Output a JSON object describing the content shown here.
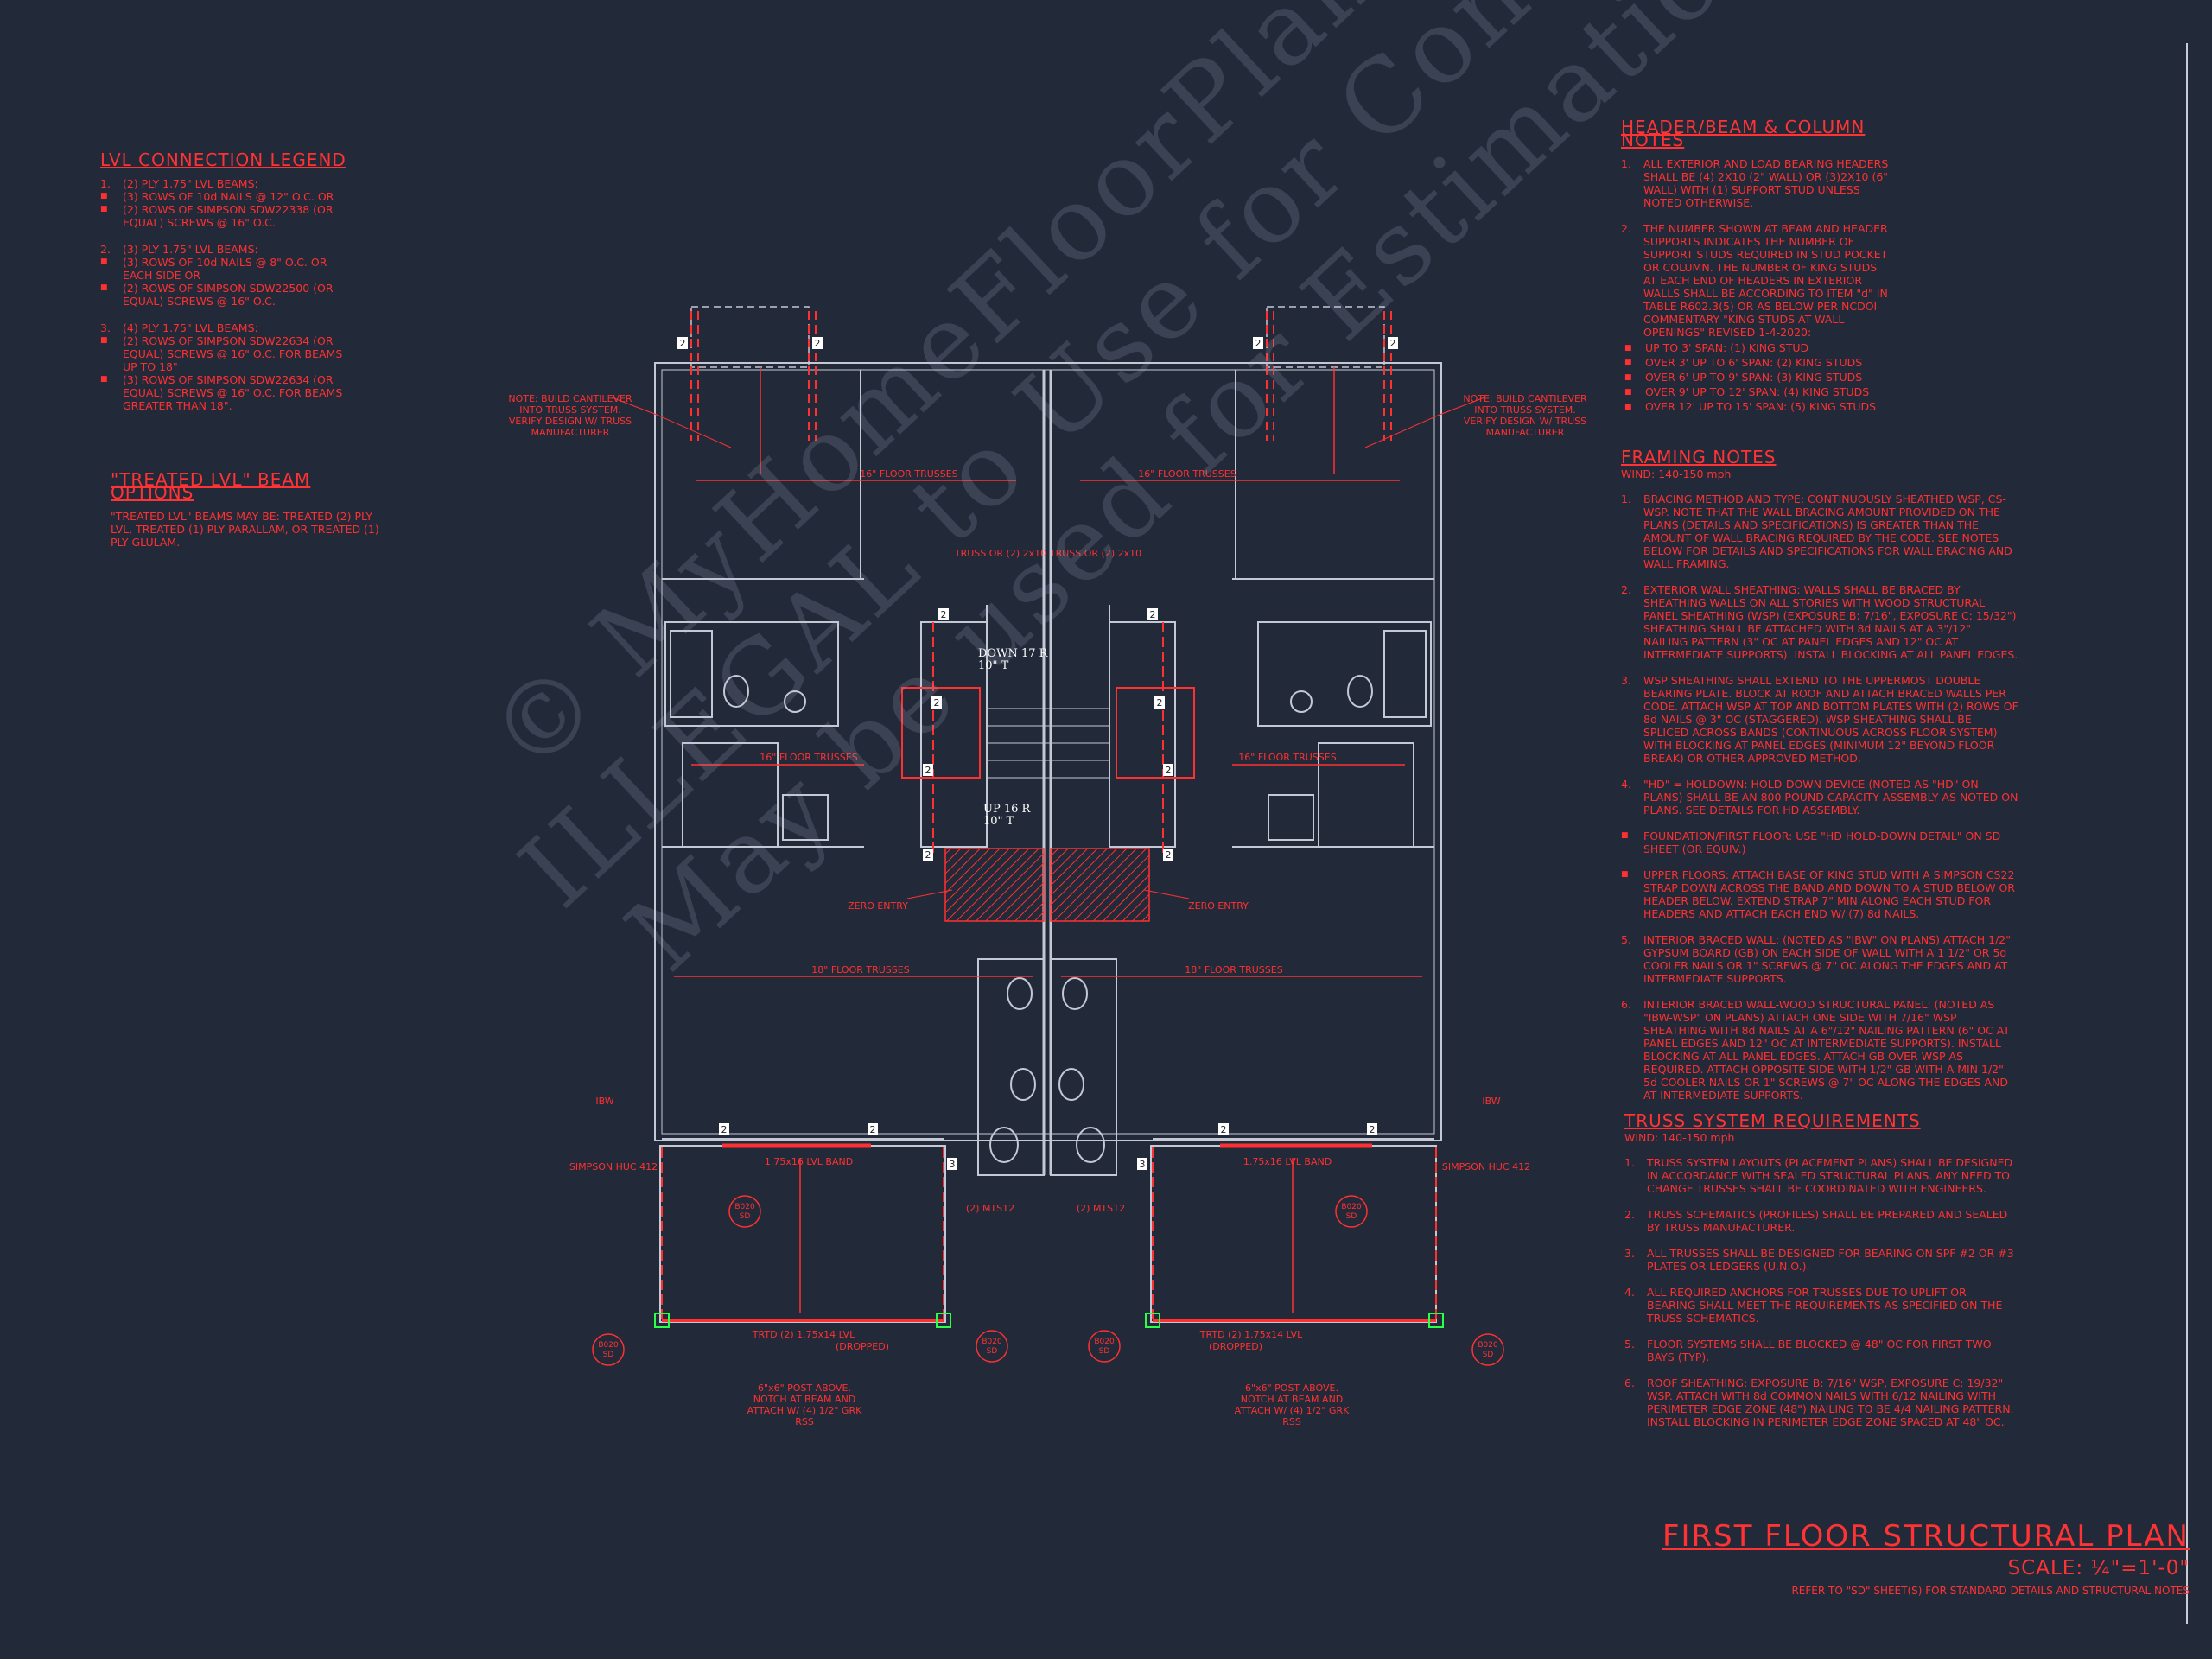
{
  "legend": {
    "title": "LVL CONNECTION LEGEND",
    "groups": [
      {
        "n": "1.",
        "head": "(2) PLY 1.75\" LVL BEAMS:",
        "lines": [
          "(3) ROWS OF 10d NAILS @ 12\" O.C. OR",
          "(2) ROWS OF SIMPSON SDW22338 (OR EQUAL) SCREWS @ 16\" O.C."
        ]
      },
      {
        "n": "2.",
        "head": "(3) PLY 1.75\" LVL BEAMS:",
        "lines": [
          "(3) ROWS OF 10d NAILS @ 8\" O.C. OR EACH SIDE OR",
          "(2) ROWS OF SIMPSON SDW22500 (OR EQUAL) SCREWS @ 16\" O.C."
        ]
      },
      {
        "n": "3.",
        "head": "(4) PLY 1.75\" LVL BEAMS:",
        "lines": [
          "(2) ROWS OF SIMPSON SDW22634 (OR EQUAL) SCREWS @ 16\" O.C. FOR BEAMS UP TO 18\"",
          "(3) ROWS OF SIMPSON SDW22634 (OR EQUAL) SCREWS @ 16\" O.C. FOR BEAMS GREATER THAN 18\"."
        ]
      }
    ]
  },
  "treated": {
    "title": "\"TREATED LVL\" BEAM OPTIONS",
    "text": "\"TREATED LVL\" BEAMS MAY BE: TREATED (2) PLY LVL, TREATED (1) PLY PARALLAM, OR TREATED (1) PLY GLULAM."
  },
  "header_notes": {
    "title": "HEADER/BEAM & COLUMN NOTES",
    "items": [
      {
        "n": "1.",
        "text": "ALL EXTERIOR AND LOAD BEARING HEADERS SHALL BE (4) 2X10 (2\" WALL) OR (3)2X10 (6\" WALL) WITH (1) SUPPORT STUD UNLESS NOTED OTHERWISE."
      },
      {
        "n": "2.",
        "text": "THE NUMBER SHOWN AT BEAM AND HEADER SUPPORTS INDICATES THE NUMBER OF SUPPORT STUDS REQUIRED IN STUD POCKET OR COLUMN. THE NUMBER OF KING STUDS AT EACH END OF HEADERS IN EXTERIOR WALLS SHALL BE ACCORDING TO ITEM \"d\" IN TABLE R602.3(5) OR AS BELOW PER NCDOI COMMENTARY \"KING STUDS AT WALL OPENINGS\" REVISED 1-4-2020:"
      }
    ],
    "spans": [
      "UP TO 3' SPAN: (1) KING STUD",
      "OVER 3' UP TO 6' SPAN: (2) KING STUDS",
      "OVER 6' UP TO 9' SPAN: (3) KING STUDS",
      "OVER 9' UP TO 12' SPAN: (4) KING STUDS",
      "OVER 12' UP TO 15' SPAN: (5) KING STUDS"
    ]
  },
  "framing_notes": {
    "title": "FRAMING NOTES",
    "sub": "WIND: 140-150 mph",
    "items": [
      {
        "n": "1.",
        "text": "BRACING METHOD AND TYPE: CONTINUOUSLY SHEATHED WSP, CS-WSP. NOTE THAT THE WALL BRACING AMOUNT PROVIDED ON THE PLANS (DETAILS AND SPECIFICATIONS) IS GREATER THAN THE AMOUNT OF WALL BRACING REQUIRED BY THE CODE. SEE NOTES BELOW FOR DETAILS AND SPECIFICATIONS FOR WALL BRACING AND WALL FRAMING."
      },
      {
        "n": "2.",
        "text": "EXTERIOR WALL SHEATHING: WALLS SHALL BE BRACED BY SHEATHING WALLS ON ALL STORIES WITH WOOD STRUCTURAL PANEL SHEATHING (WSP) (EXPOSURE B: 7/16\", EXPOSURE C: 15/32\") SHEATHING SHALL BE ATTACHED WITH 8d NAILS AT A 3\"/12\" NAILING PATTERN (3\" OC AT PANEL EDGES AND 12\" OC AT INTERMEDIATE SUPPORTS). INSTALL BLOCKING AT ALL PANEL EDGES."
      },
      {
        "n": "3.",
        "text": "WSP SHEATHING SHALL EXTEND TO THE UPPERMOST DOUBLE BEARING PLATE. BLOCK AT ROOF AND ATTACH BRACED WALLS PER CODE. ATTACH WSP AT TOP AND BOTTOM PLATES WITH (2) ROWS OF 8d NAILS @ 3\" OC (STAGGERED). WSP SHEATHING SHALL BE SPLICED ACROSS BANDS (CONTINUOUS ACROSS FLOOR SYSTEM) WITH BLOCKING AT PANEL EDGES (MINIMUM 12\" BEYOND FLOOR BREAK) OR OTHER APPROVED METHOD."
      },
      {
        "n": "4.",
        "text": "\"HD\" = HOLDOWN: HOLD-DOWN DEVICE (NOTED AS \"HD\" ON PLANS) SHALL BE AN 800 POUND CAPACITY ASSEMBLY AS NOTED ON PLANS. SEE DETAILS FOR HD ASSEMBLY."
      },
      {
        "n": "■",
        "text": "FOUNDATION/FIRST FLOOR: USE \"HD HOLD-DOWN DETAIL\" ON SD SHEET (OR EQUIV.)"
      },
      {
        "n": "■",
        "text": "UPPER FLOORS: ATTACH BASE OF KING STUD WITH A SIMPSON CS22 STRAP DOWN ACROSS THE BAND AND DOWN TO A STUD BELOW OR HEADER BELOW. EXTEND STRAP 7\" MIN ALONG EACH STUD FOR HEADERS AND ATTACH EACH END W/ (7) 8d NAILS."
      },
      {
        "n": "5.",
        "text": "INTERIOR BRACED WALL: (NOTED AS \"IBW\" ON PLANS) ATTACH 1/2\" GYPSUM BOARD (GB) ON EACH SIDE OF WALL WITH A 1 1/2\" OR 5d COOLER NAILS OR 1\" SCREWS @ 7\" OC ALONG THE EDGES AND AT INTERMEDIATE SUPPORTS."
      },
      {
        "n": "6.",
        "text": "INTERIOR BRACED WALL-WOOD STRUCTURAL PANEL: (NOTED AS \"IBW-WSP\" ON PLANS) ATTACH ONE SIDE WITH 7/16\" WSP SHEATHING WITH 8d NAILS AT A 6\"/12\" NAILING PATTERN (6\" OC AT PANEL EDGES AND 12\" OC AT INTERMEDIATE SUPPORTS). INSTALL BLOCKING AT ALL PANEL EDGES. ATTACH GB OVER WSP AS REQUIRED. ATTACH OPPOSITE SIDE WITH 1/2\" GB WITH A MIN 1/2\" 5d COOLER NAILS OR 1\" SCREWS @ 7\" OC ALONG THE EDGES AND AT INTERMEDIATE SUPPORTS."
      }
    ]
  },
  "truss_notes": {
    "title": "TRUSS SYSTEM REQUIREMENTS",
    "sub": "WIND: 140-150 mph",
    "items": [
      {
        "n": "1.",
        "text": "TRUSS SYSTEM LAYOUTS (PLACEMENT PLANS) SHALL BE DESIGNED IN ACCORDANCE WITH SEALED STRUCTURAL PLANS. ANY NEED TO CHANGE TRUSSES SHALL BE COORDINATED WITH ENGINEERS."
      },
      {
        "n": "2.",
        "text": "TRUSS SCHEMATICS (PROFILES) SHALL BE PREPARED AND SEALED BY TRUSS MANUFACTURER."
      },
      {
        "n": "3.",
        "text": "ALL TRUSSES SHALL BE DESIGNED FOR BEARING ON SPF #2 OR #3 PLATES OR LEDGERS (U.N.O.)."
      },
      {
        "n": "4.",
        "text": "ALL REQUIRED ANCHORS FOR TRUSSES DUE TO UPLIFT OR BEARING SHALL MEET THE REQUIREMENTS AS SPECIFIED ON THE TRUSS SCHEMATICS."
      },
      {
        "n": "5.",
        "text": "FLOOR SYSTEMS SHALL BE BLOCKED @ 48\" OC FOR FIRST TWO BAYS (TYP)."
      },
      {
        "n": "6.",
        "text": "ROOF SHEATHING: EXPOSURE B: 7/16\" WSP, EXPOSURE C: 19/32\" WSP. ATTACH WITH 8d COMMON NAILS WITH 6/12 NAILING WITH PERIMETER EDGE ZONE (48\") NAILING TO BE 4/4 NAILING PATTERN. INSTALL BLOCKING IN PERIMETER EDGE ZONE SPACED AT 48\" OC."
      }
    ]
  },
  "title_block": {
    "title": "FIRST FLOOR STRUCTURAL PLAN",
    "scale": "SCALE: ¼\"=1'-0\"",
    "ref": "REFER TO \"SD\" SHEET(S) FOR STANDARD DETAILS AND STRUCTURAL NOTES"
  },
  "plan_labels": {
    "floor_trusses_16": "16\" FLOOR TRUSSES",
    "floor_trusses_18": "18\" FLOOR TRUSSES",
    "note_build_left": "NOTE: BUILD CANTILEVER INTO TRUSS SYSTEM. VERIFY DESIGN W/ TRUSS MANUFACTURER",
    "note_build_right": "NOTE: BUILD CANTILEVER INTO TRUSS SYSTEM. VERIFY DESIGN W/ TRUSS MANUFACTURER",
    "truss_or": "TRUSS OR (2) 2x10",
    "down": "DOWN 17 R",
    "down2": "10\" T",
    "up": "UP 16 R",
    "up2": "10\" T",
    "zero_entry": "ZERO ENTRY",
    "lvl_band": "1.75x16 LVL BAND",
    "trtd": "TRTD (2) 1.75x14 LVL",
    "dropped": "(DROPPED)",
    "post": "6\"x6\" POST ABOVE. NOTCH AT BEAM AND ATTACH W/ (4) 1/2\" GRK RSS",
    "simpson": "SIMPSON HUC 412",
    "ms": "(2) MTS12",
    "ibw": "IBW",
    "sd": "SD",
    "sd_code": "B020",
    "num2": "2",
    "num3": "3"
  },
  "watermark": {
    "line1": "© MyHomeFloorPlans.com",
    "line2": "ILLEGAL to Use for Construction",
    "line3": "May be used for Estimation"
  }
}
